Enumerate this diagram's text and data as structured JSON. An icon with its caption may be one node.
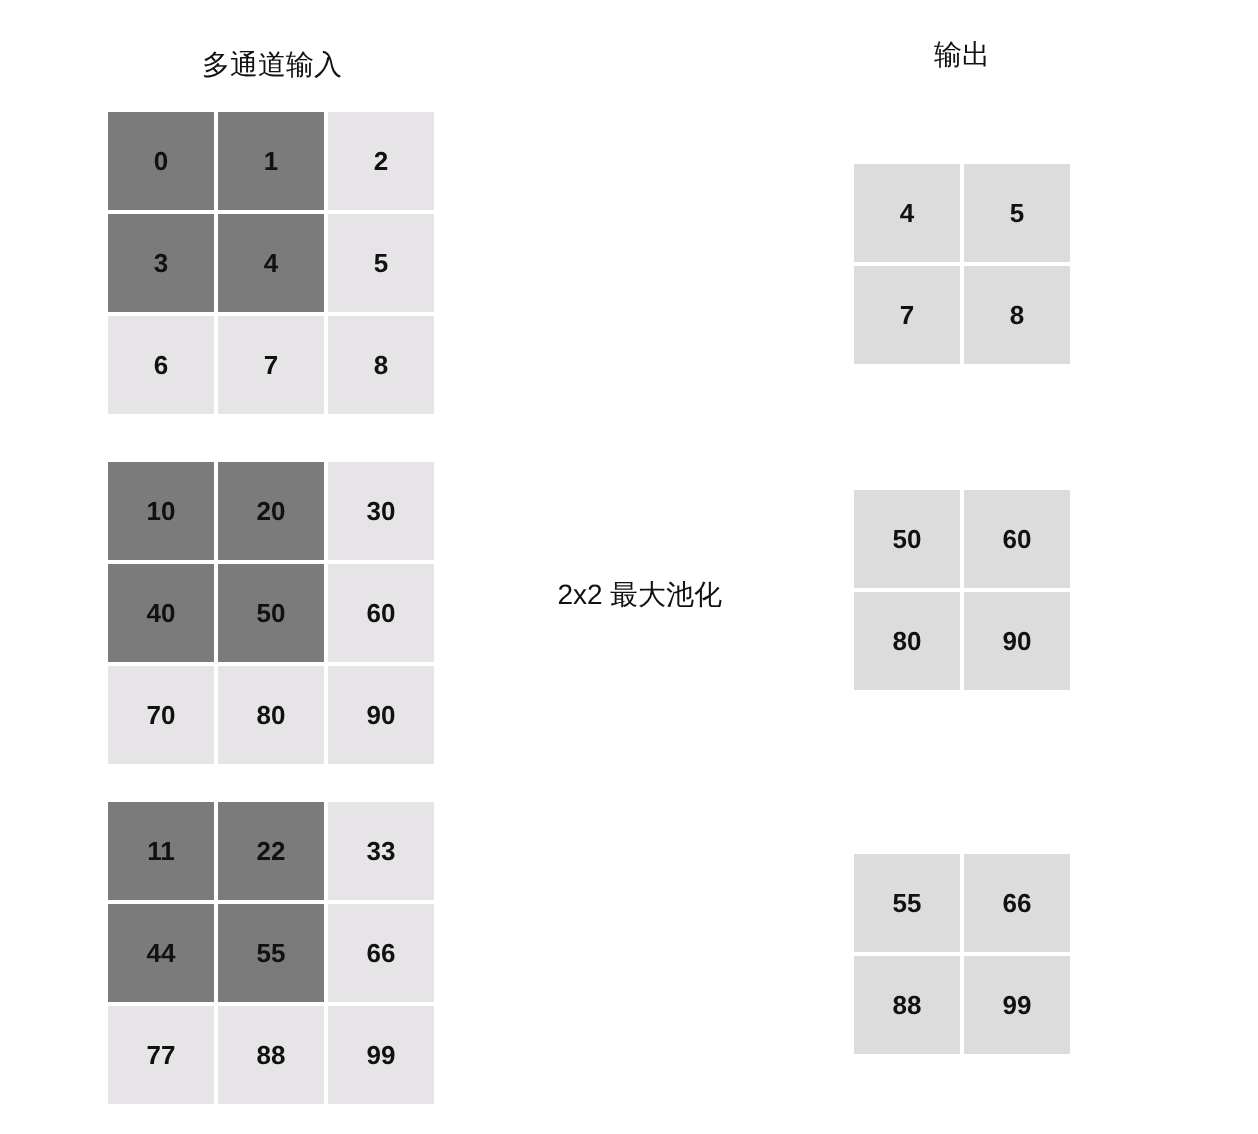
{
  "diagram": {
    "nodes": [
      {
        "text": [
          "0"
        ]
      },
      {
        "text": [
          "1"
        ]
      },
      {
        "text": [
          "2"
        ]
      },
      {
        "text": [
          "3"
        ]
      },
      {
        "text": [
          "4"
        ]
      },
      {
        "text": [
          "5"
        ]
      },
      {
        "text": [
          "6"
        ]
      },
      {
        "text": [
          "7"
        ]
      },
      {
        "text": [
          "8"
        ]
      },
      {
        "text": [
          "10"
        ]
      },
      {
        "text": [
          "20"
        ]
      },
      {
        "text": [
          "30"
        ]
      },
      {
        "text": [
          "40"
        ]
      },
      {
        "text": [
          "50"
        ]
      },
      {
        "text": [
          "60"
        ]
      },
      {
        "text": [
          "70"
        ]
      },
      {
        "text": [
          "80"
        ]
      },
      {
        "text": [
          "90"
        ]
      },
      {
        "text": [
          "11"
        ]
      },
      {
        "text": [
          "22"
        ]
      },
      {
        "text": [
          "33"
        ]
      },
      {
        "text": [
          "44"
        ]
      },
      {
        "text": [
          "55"
        ]
      },
      {
        "text": [
          "66"
        ]
      },
      {
        "text": [
          "77"
        ]
      },
      {
        "text": [
          "88"
        ]
      },
      {
        "text": [
          "99"
        ]
      },
      {
        "text": [
          "4"
        ]
      },
      {
        "text": [
          "5"
        ]
      },
      {
        "text": [
          "7"
        ]
      },
      {
        "text": [
          "8"
        ]
      },
      {
        "text": [
          "50"
        ]
      },
      {
        "text": [
          "60"
        ]
      },
      {
        "text": [
          "80"
        ]
      },
      {
        "text": [
          "90"
        ]
      },
      {
        "text": [
          "55"
        ]
      },
      {
        "text": [
          "66"
        ]
      },
      {
        "text": [
          "88"
        ]
      },
      {
        "text": [
          "99"
        ]
      }
    ],
    "labels": [
      "多通道输入",
      "输出",
      "2x2 最大池化"
    ]
  }
}
